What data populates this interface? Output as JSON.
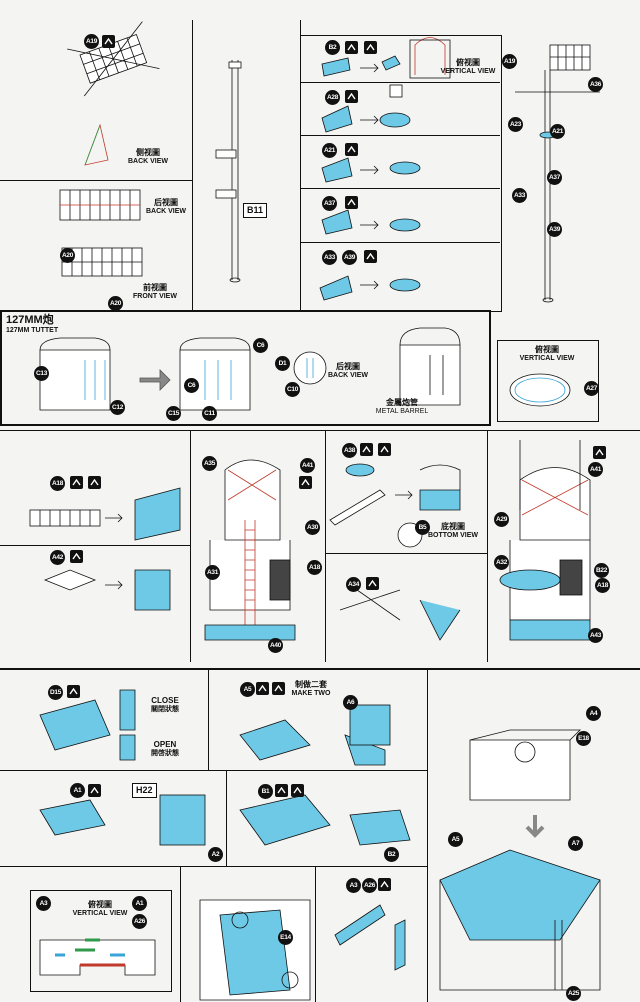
{
  "labels": {
    "back_view_1_cn": "侧视圖",
    "back_view_1_en": "BACK VIEW",
    "back_view_2_cn": "后视圖",
    "back_view_2_en": "BACK VIEW",
    "front_view_cn": "前视圖",
    "front_view_en": "FRONT VIEW",
    "vertical_view_top_cn": "俯视圖",
    "vertical_view_top_en": "VERTICAL VIEW",
    "turret_title": "127MM炮",
    "turret_subtitle": "127MM TUTTET",
    "back_view_3_cn": "后视圖",
    "back_view_3_en": "BACK VIEW",
    "metal_barrel_cn": "金屬炮管",
    "metal_barrel_en": "METAL BARREL",
    "vertical_view_mid_cn": "俯视圖",
    "vertical_view_mid_en": "VERTICAL VIEW",
    "bottom_view_cn": "底视圖",
    "bottom_view_en": "BOTTOM VIEW",
    "close_en": "CLOSE",
    "close_cn": "關閉狀態",
    "open_en": "OPEN",
    "open_cn": "開啓狀態",
    "make_two_cn": "制做二套",
    "make_two_en": "MAKE TWO",
    "vertical_view_bot_cn": "俯视圖",
    "vertical_view_bot_en": "VERTICAL VIEW"
  },
  "refs": {
    "b11": "B11",
    "h22": "H22"
  },
  "callouts": [
    {
      "id": "A19"
    },
    {
      "id": "A20"
    },
    {
      "id": "A20"
    },
    {
      "id": "B2"
    },
    {
      "id": "A28"
    },
    {
      "id": "A21"
    },
    {
      "id": "A37"
    },
    {
      "id": "A33"
    },
    {
      "id": "A39"
    },
    {
      "id": "A19"
    },
    {
      "id": "A36"
    },
    {
      "id": "A23"
    },
    {
      "id": "A21"
    },
    {
      "id": "A37"
    },
    {
      "id": "A33"
    },
    {
      "id": "A39"
    },
    {
      "id": "C13"
    },
    {
      "id": "C12"
    },
    {
      "id": "C6"
    },
    {
      "id": "C6"
    },
    {
      "id": "C15"
    },
    {
      "id": "C11"
    },
    {
      "id": "D1"
    },
    {
      "id": "C10"
    },
    {
      "id": "A27"
    },
    {
      "id": "A18"
    },
    {
      "id": "A35"
    },
    {
      "id": "A41"
    },
    {
      "id": "A30"
    },
    {
      "id": "A31"
    },
    {
      "id": "A18"
    },
    {
      "id": "A40"
    },
    {
      "id": "A42"
    },
    {
      "id": "A38"
    },
    {
      "id": "B5"
    },
    {
      "id": "A34"
    },
    {
      "id": "A41"
    },
    {
      "id": "A29"
    },
    {
      "id": "A32"
    },
    {
      "id": "B22"
    },
    {
      "id": "A18"
    },
    {
      "id": "A43"
    },
    {
      "id": "D15"
    },
    {
      "id": "A5"
    },
    {
      "id": "A6"
    },
    {
      "id": "A4"
    },
    {
      "id": "E18"
    },
    {
      "id": "A1"
    },
    {
      "id": "A2"
    },
    {
      "id": "B1"
    },
    {
      "id": "B2"
    },
    {
      "id": "A5"
    },
    {
      "id": "A7"
    },
    {
      "id": "A3"
    },
    {
      "id": "A1"
    },
    {
      "id": "A26"
    },
    {
      "id": "E14"
    },
    {
      "id": "A3"
    },
    {
      "id": "A26"
    },
    {
      "id": "A25"
    }
  ],
  "colors": {
    "part_fill": "#6ec9e6",
    "line": "#111111",
    "accent_red": "#c0392b",
    "accent_green": "#2e9a4a",
    "accent_blue": "#3aa3d8",
    "background": "#f4f4f2"
  }
}
